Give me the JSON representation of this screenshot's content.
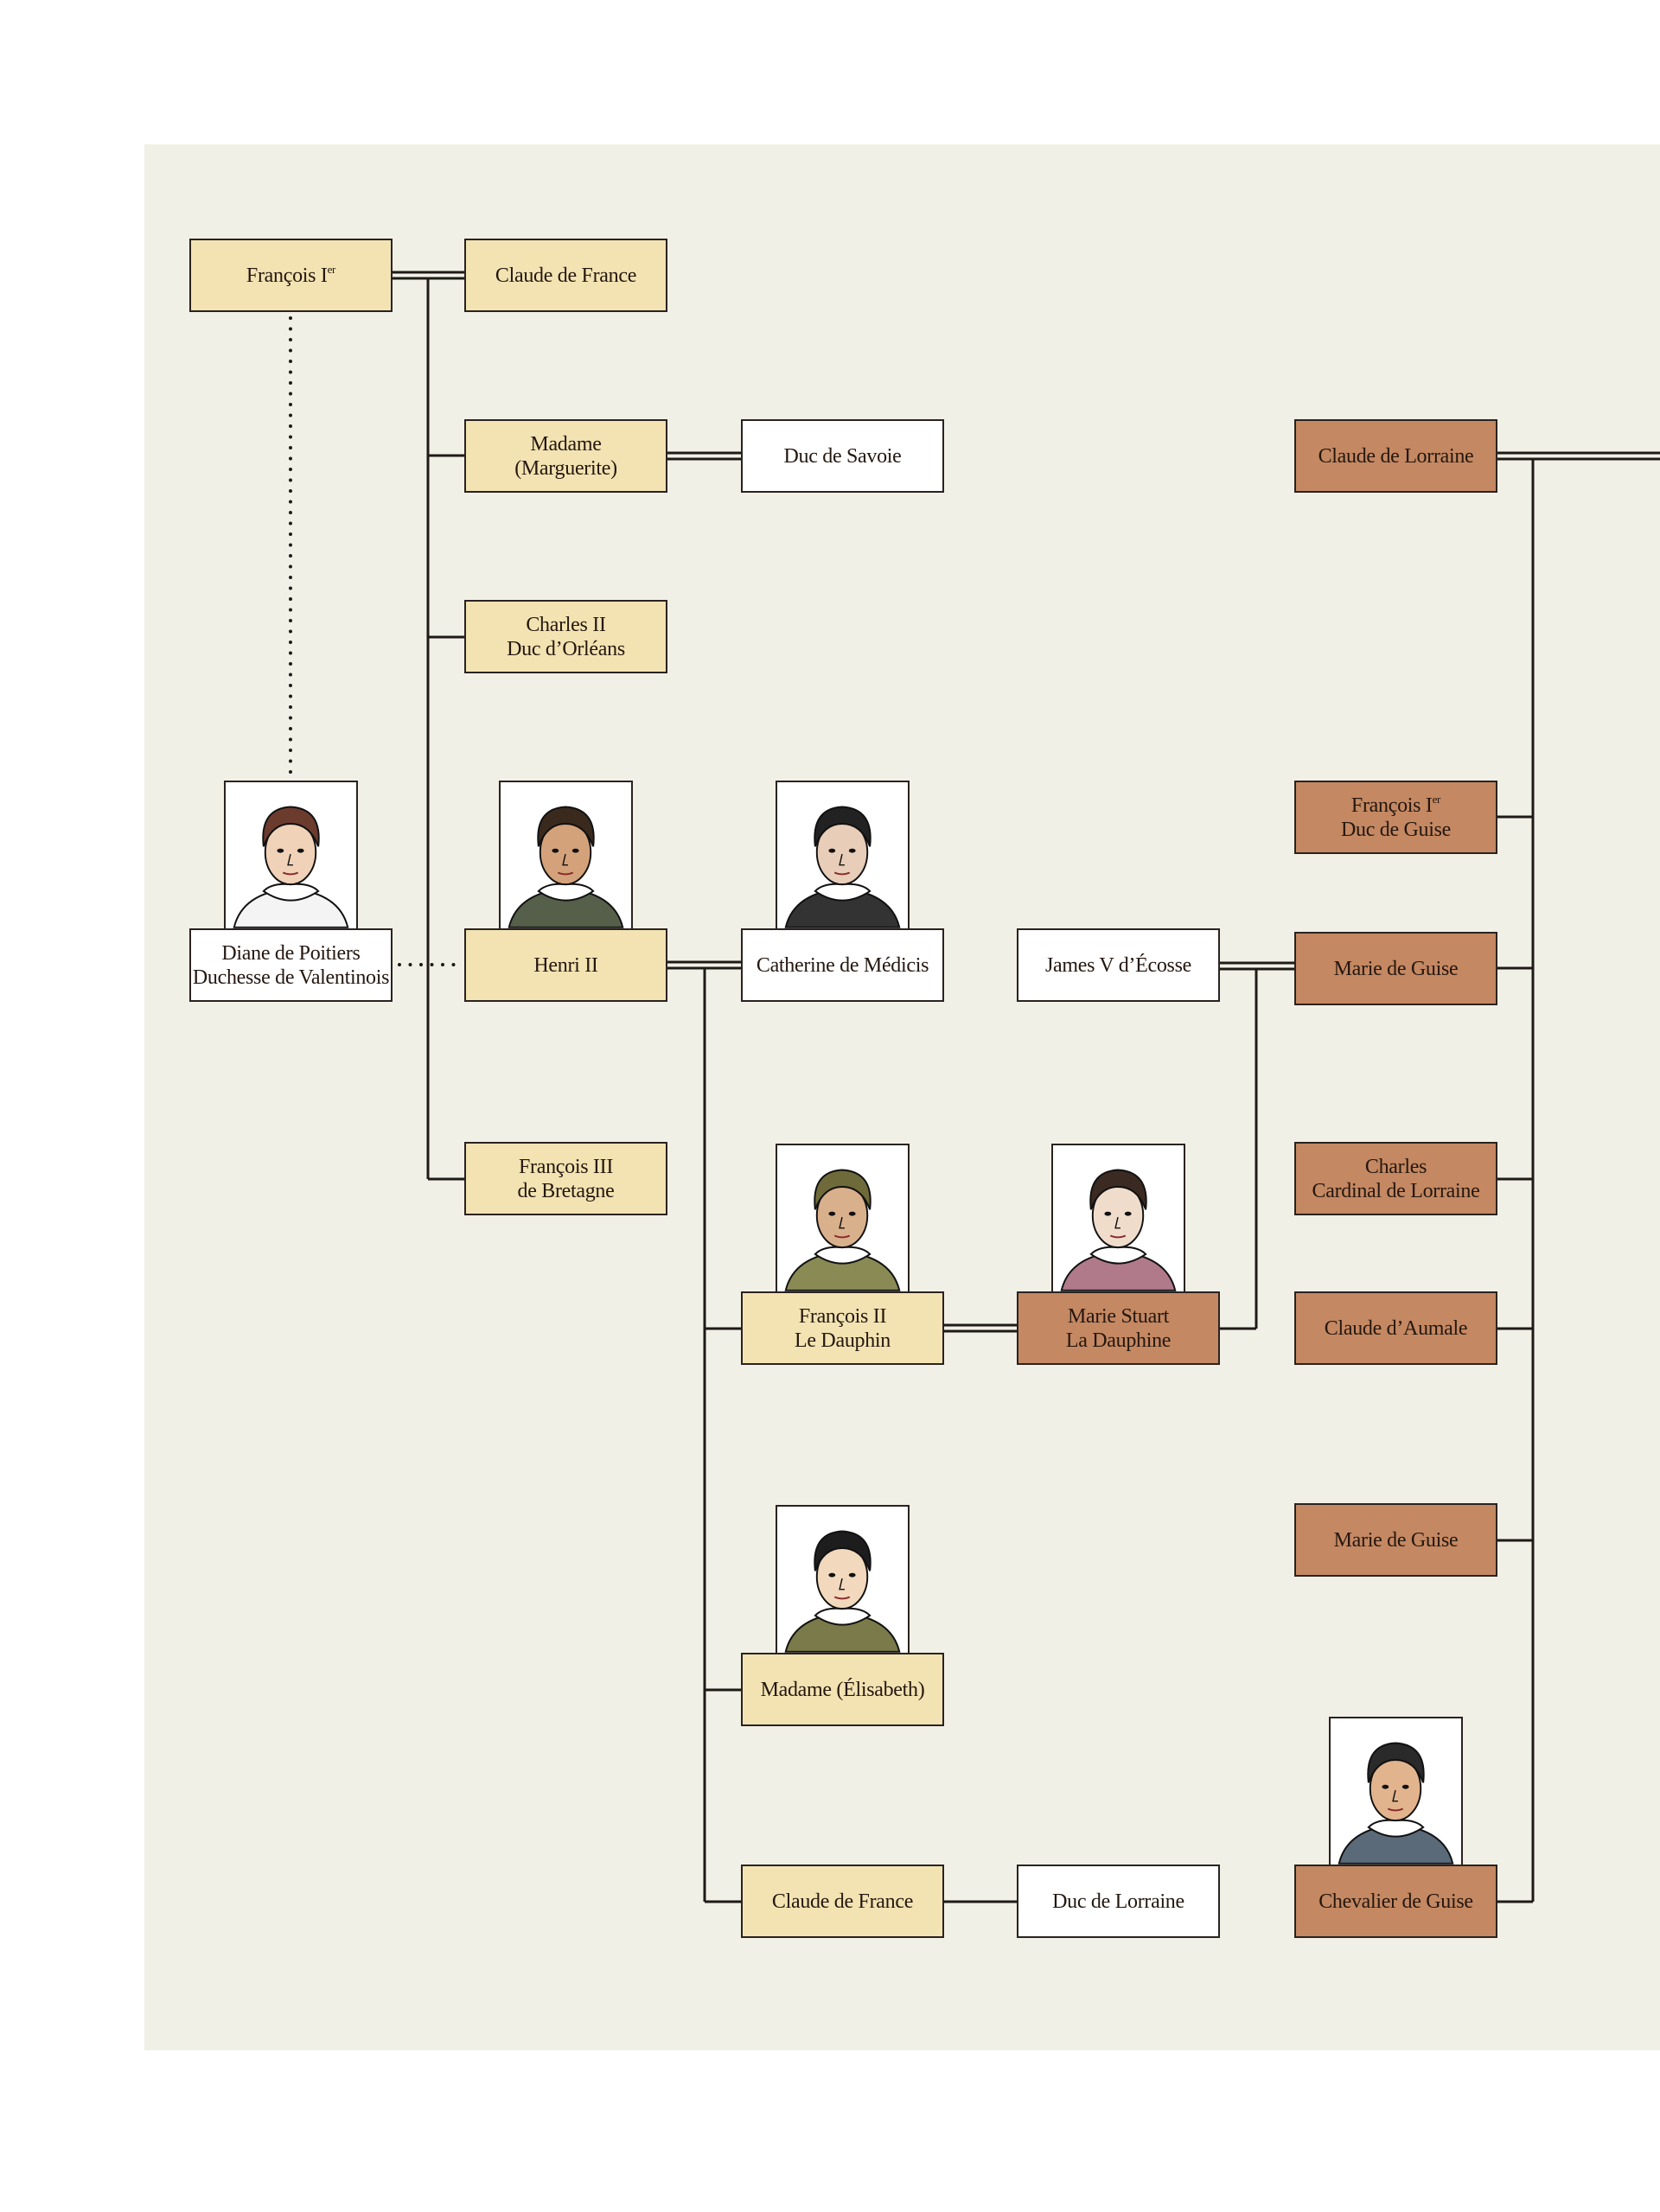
{
  "colors": {
    "background": "#f1f0e6",
    "royal": "#f3e3b2",
    "guise": "#c48862",
    "other": "#ffffff",
    "line": "#2a2220"
  },
  "people": {
    "francois1": {
      "line1": "François I",
      "sup": "er"
    },
    "claude_france": {
      "line1": "Claude de France"
    },
    "marguerite": {
      "line1": "Madame",
      "line2": "(Marguerite)"
    },
    "savoie": {
      "line1": "Duc de Savoie"
    },
    "charles2": {
      "line1": "Charles II",
      "line2": "Duc d’Orléans"
    },
    "diane": {
      "line1": "Diane de Poitiers",
      "line2": "Duchesse de Valentinois"
    },
    "henri2": {
      "line1": "Henri II"
    },
    "catherine": {
      "line1": "Catherine de Médicis"
    },
    "james5": {
      "line1": "James V d’Écosse"
    },
    "francois3": {
      "line1": "François III",
      "line2": "de Bretagne"
    },
    "francois2": {
      "line1": "François II",
      "line2": "Le Dauphin"
    },
    "marie_stuart": {
      "line1": "Marie Stuart",
      "line2": "La Dauphine"
    },
    "elisabeth": {
      "line1": "Madame (Élisabeth)"
    },
    "claude_france2": {
      "line1": "Claude de France"
    },
    "duc_lorraine": {
      "line1": "Duc de Lorraine"
    },
    "claude_lorraine": {
      "line1": "Claude de Lorraine"
    },
    "francois_guise": {
      "line1": "François I",
      "sup": "er",
      "line2": "Duc de Guise"
    },
    "marie_guise": {
      "line1": "Marie de Guise"
    },
    "charles_cardinal": {
      "line1": "Charles",
      "line2": "Cardinal de Lorraine"
    },
    "claude_aumale": {
      "line1": "Claude d’Aumale"
    },
    "marie_guise2": {
      "line1": "Marie de Guise"
    },
    "chevalier": {
      "line1": "Chevalier de Guise"
    }
  }
}
